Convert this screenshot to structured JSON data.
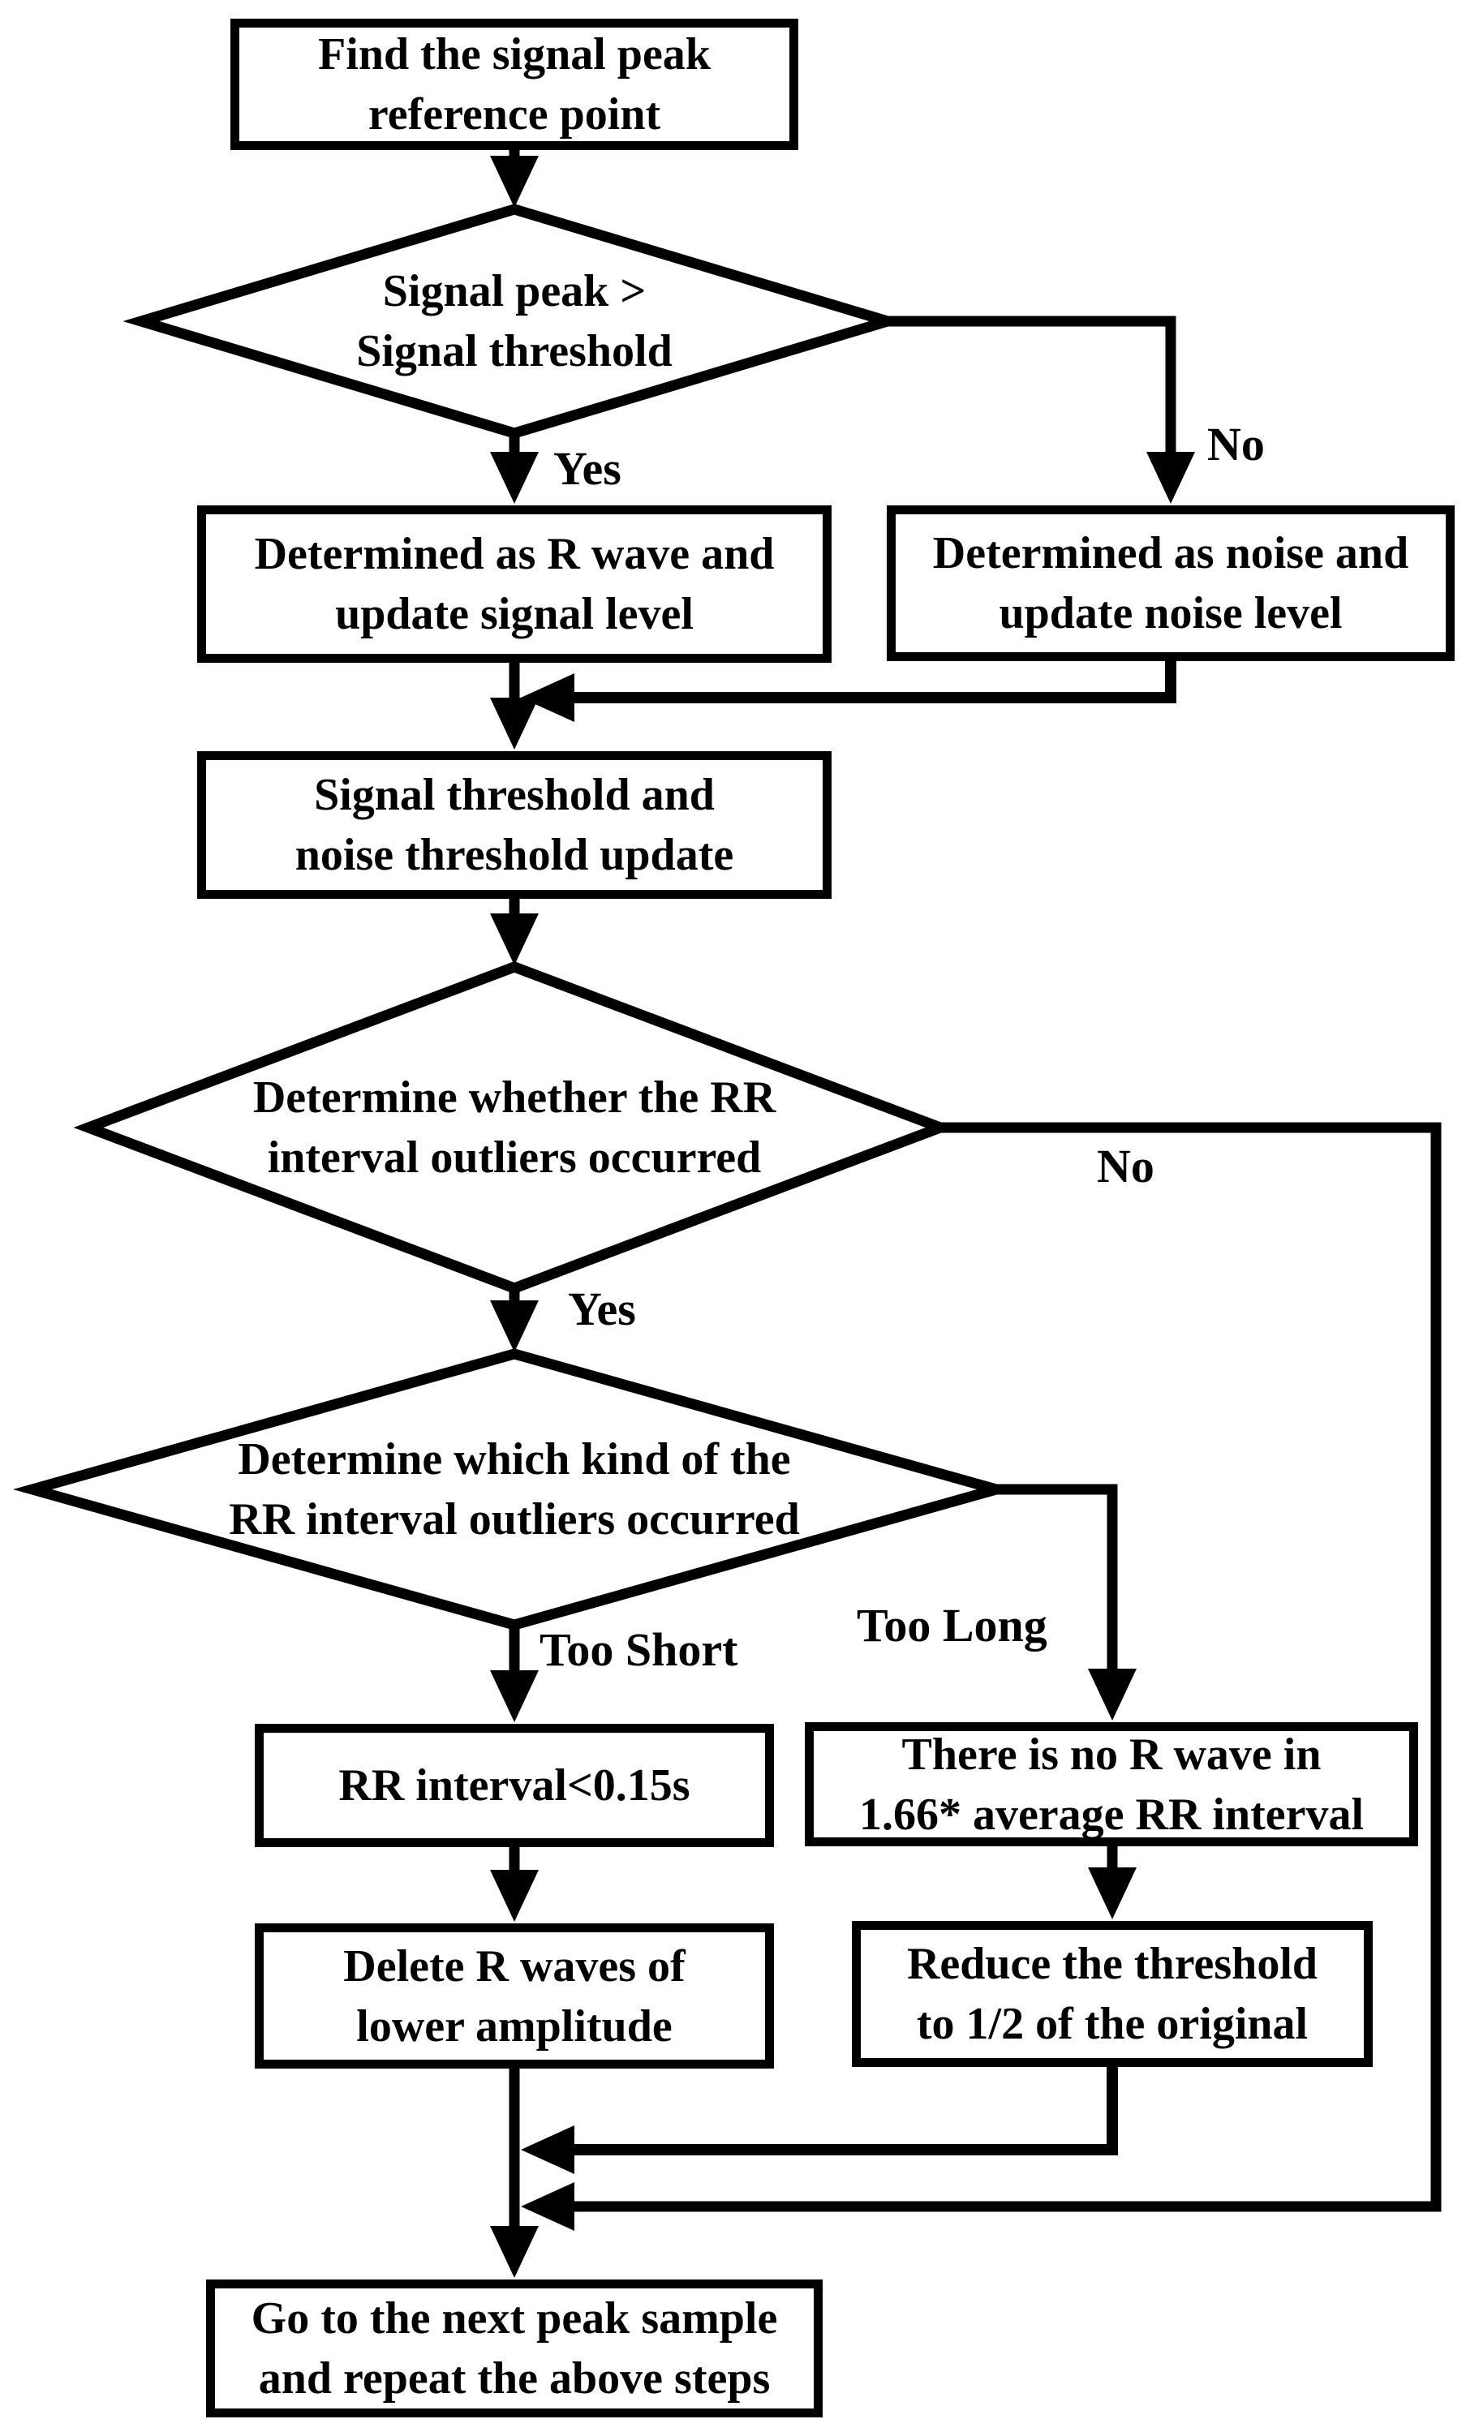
{
  "flowchart": {
    "title_hint": "R wave detection flowchart",
    "colors": {
      "stroke": "#000000",
      "fill": "#ffffff",
      "text": "#000000"
    },
    "nodes": {
      "find_peak": {
        "line1": "Find the signal peak",
        "line2": "reference point"
      },
      "peak_gt_threshold": {
        "line1": "Signal peak >",
        "line2": "Signal threshold"
      },
      "r_wave": {
        "line1": "Determined as R wave and",
        "line2": "update signal level"
      },
      "noise": {
        "line1": "Determined as noise and",
        "line2": "update noise level"
      },
      "threshold_update": {
        "line1": "Signal threshold and",
        "line2": "noise threshold update"
      },
      "rr_outlier_check": {
        "line1": "Determine whether the RR",
        "line2": "interval outliers occurred"
      },
      "rr_outlier_kind": {
        "line1": "Determine which kind of the",
        "line2": "RR interval outliers occurred"
      },
      "rr_short": {
        "line1": "RR interval<0.15s"
      },
      "rr_long": {
        "line1": "There is no R wave in",
        "line2": "1.66* average RR interval"
      },
      "delete_r": {
        "line1": "Delete R waves of",
        "line2": "lower amplitude"
      },
      "reduce_threshold": {
        "line1": "Reduce the threshold",
        "line2": "to 1/2 of the original"
      },
      "next_sample": {
        "line1": "Go to the next peak sample",
        "line2": "and repeat the above steps"
      }
    },
    "edge_labels": {
      "yes_1": "Yes",
      "no_1": "No",
      "yes_2": "Yes",
      "no_2": "No",
      "too_short": "Too Short",
      "too_long": "Too Long"
    }
  }
}
